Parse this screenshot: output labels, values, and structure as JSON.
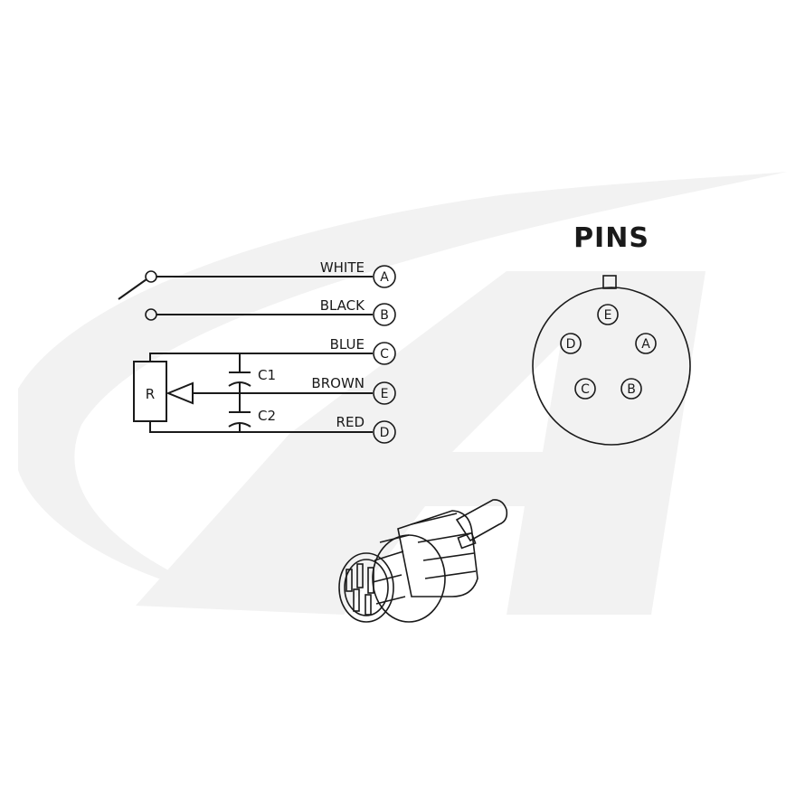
{
  "pins_title": "PINS",
  "wires": [
    {
      "color_label": "WHITE",
      "pin": "A"
    },
    {
      "color_label": "BLACK",
      "pin": "B"
    },
    {
      "color_label": "BLUE",
      "pin": "C"
    },
    {
      "color_label": "BROWN",
      "pin": "E"
    },
    {
      "color_label": "RED",
      "pin": "D"
    }
  ],
  "components": {
    "resistor": "R",
    "capacitor_1": "C1",
    "capacitor_2": "C2"
  },
  "pin_layout": {
    "top": "E",
    "left": "D",
    "right": "A",
    "bottom_left": "C",
    "bottom_right": "B"
  },
  "colors": {
    "line": "#1a1a1a",
    "watermark": "#f2f2f2",
    "background": "#ffffff"
  }
}
